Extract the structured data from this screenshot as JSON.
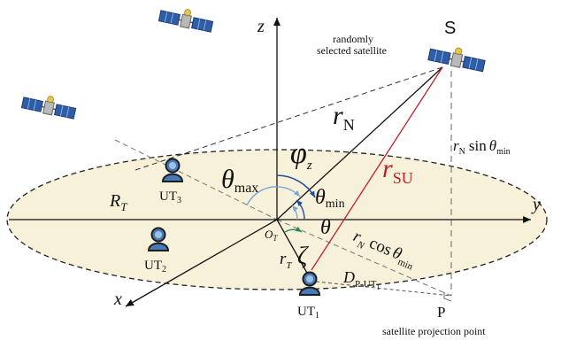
{
  "labels": {
    "z_axis": "z",
    "y_axis": "y",
    "x_axis": "x",
    "satellite": "S",
    "satellite_caption_line1": "randomly",
    "satellite_caption_line2": "selected satellite",
    "projection_point": "P",
    "projection_caption": "satellite projection point",
    "origin_main": "O",
    "origin_sub": "T",
    "radius_RT_main": "R",
    "radius_RT_sub": "T",
    "rN_main": "r",
    "rN_sub": "N",
    "rSU_main": "r",
    "rSU_sub": "SU",
    "rT_main": "r",
    "rT_sub": "T",
    "phi_main": "φ",
    "phi_sub": "z",
    "theta_max_main": "θ",
    "theta_max_sub": "max",
    "theta_min_main": "θ",
    "theta_min_sub": "min",
    "theta": "θ",
    "zeta": "ζ",
    "height_expr_r": "r",
    "height_expr_sub": "N",
    "height_expr_sin": "sin",
    "height_expr_theta": "θ",
    "height_expr_min": "min",
    "ground_expr_r": "r",
    "ground_expr_sub": "N",
    "ground_expr_cos": "cos",
    "ground_expr_theta": "θ",
    "ground_expr_min": "min",
    "distance_main": "D",
    "distance_sub": "P-UT",
    "distance_subsub": "1",
    "ut1_main": "UT",
    "ut1_sub": "1",
    "ut2_main": "UT",
    "ut2_sub": "2",
    "ut3_main": "UT",
    "ut3_sub": "3"
  },
  "colors": {
    "disk_fill": "#f8f1d9",
    "line": "#111111",
    "dashed": "#555555",
    "arc_blue": "#1f4f9c",
    "arc_lightblue": "#7aa6d6",
    "arc_green": "#2e8b57",
    "red_line": "#c0202a",
    "user_fill": "#4a7ab5",
    "panel_blue": "#2f5ea8"
  },
  "icons": [
    "satellite-icon",
    "user-terminal-icon"
  ]
}
